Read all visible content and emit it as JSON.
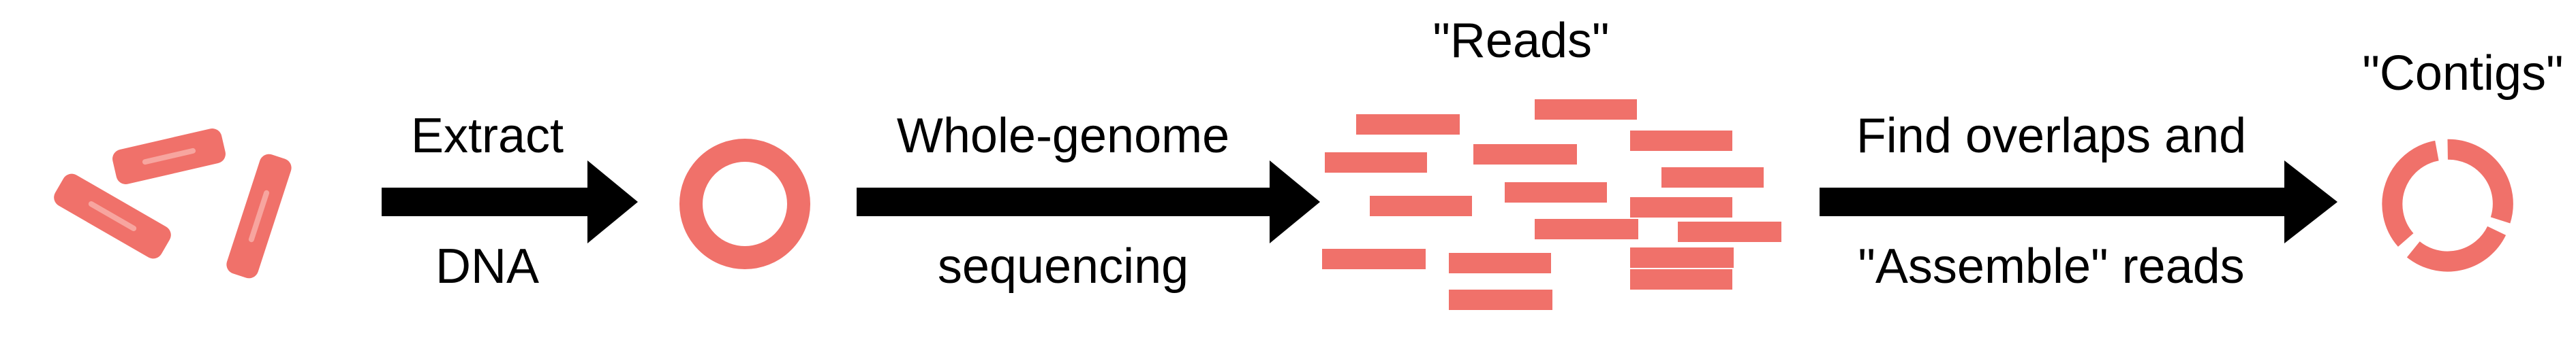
{
  "colors": {
    "accent": "#f0716a",
    "arrow": "#000000",
    "background": "#ffffff"
  },
  "steps": [
    {
      "name": "bacteria"
    },
    {
      "name": "extract-dna-arrow",
      "line1": "Extract",
      "line2": "DNA"
    },
    {
      "name": "dna-circle"
    },
    {
      "name": "sequencing-arrow",
      "line1": "Whole-genome",
      "line2": "sequencing"
    },
    {
      "name": "reads",
      "title": "\"Reads\""
    },
    {
      "name": "assembly-arrow",
      "line1": "Find overlaps and",
      "line2": "\"Assemble\" reads"
    },
    {
      "name": "contigs",
      "title": "\"Contigs\""
    }
  ]
}
